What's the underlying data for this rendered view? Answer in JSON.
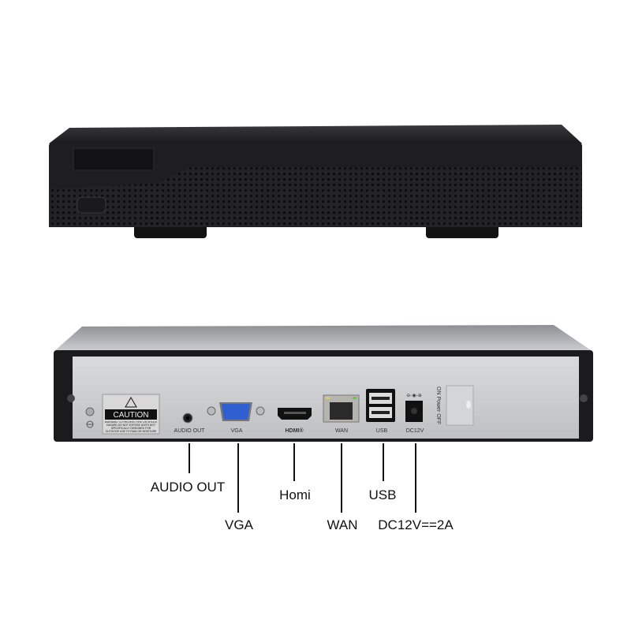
{
  "back_panel": {
    "caution_label": "CAUTION",
    "caution_fine_print": "WARNING TO PREVENT FIRE OR SHOCK HAZARD DO NOT EXPOSE UNITS NOT SPECIFICALLY DESIGNED FOR OUTDOOR USE TO RAIN OR MOISTURE",
    "port_audio_out": "AUDIO OUT",
    "port_vga": "VGA",
    "port_hdmi": "HDMI®",
    "port_wan": "WAN",
    "port_usb": "USB",
    "port_dc": "DC12V",
    "power_switch": "ON Power OFF"
  },
  "callouts": {
    "audio_out": "AUDIO OUT",
    "vga": "VGA",
    "hdmi": "Homi",
    "wan": "WAN",
    "usb": "USB",
    "dc": "DC12V==2A"
  },
  "colors": {
    "chassis": "#1c1c1e",
    "panel": "#c9cacc",
    "vga_port": "#2f5fd0"
  }
}
